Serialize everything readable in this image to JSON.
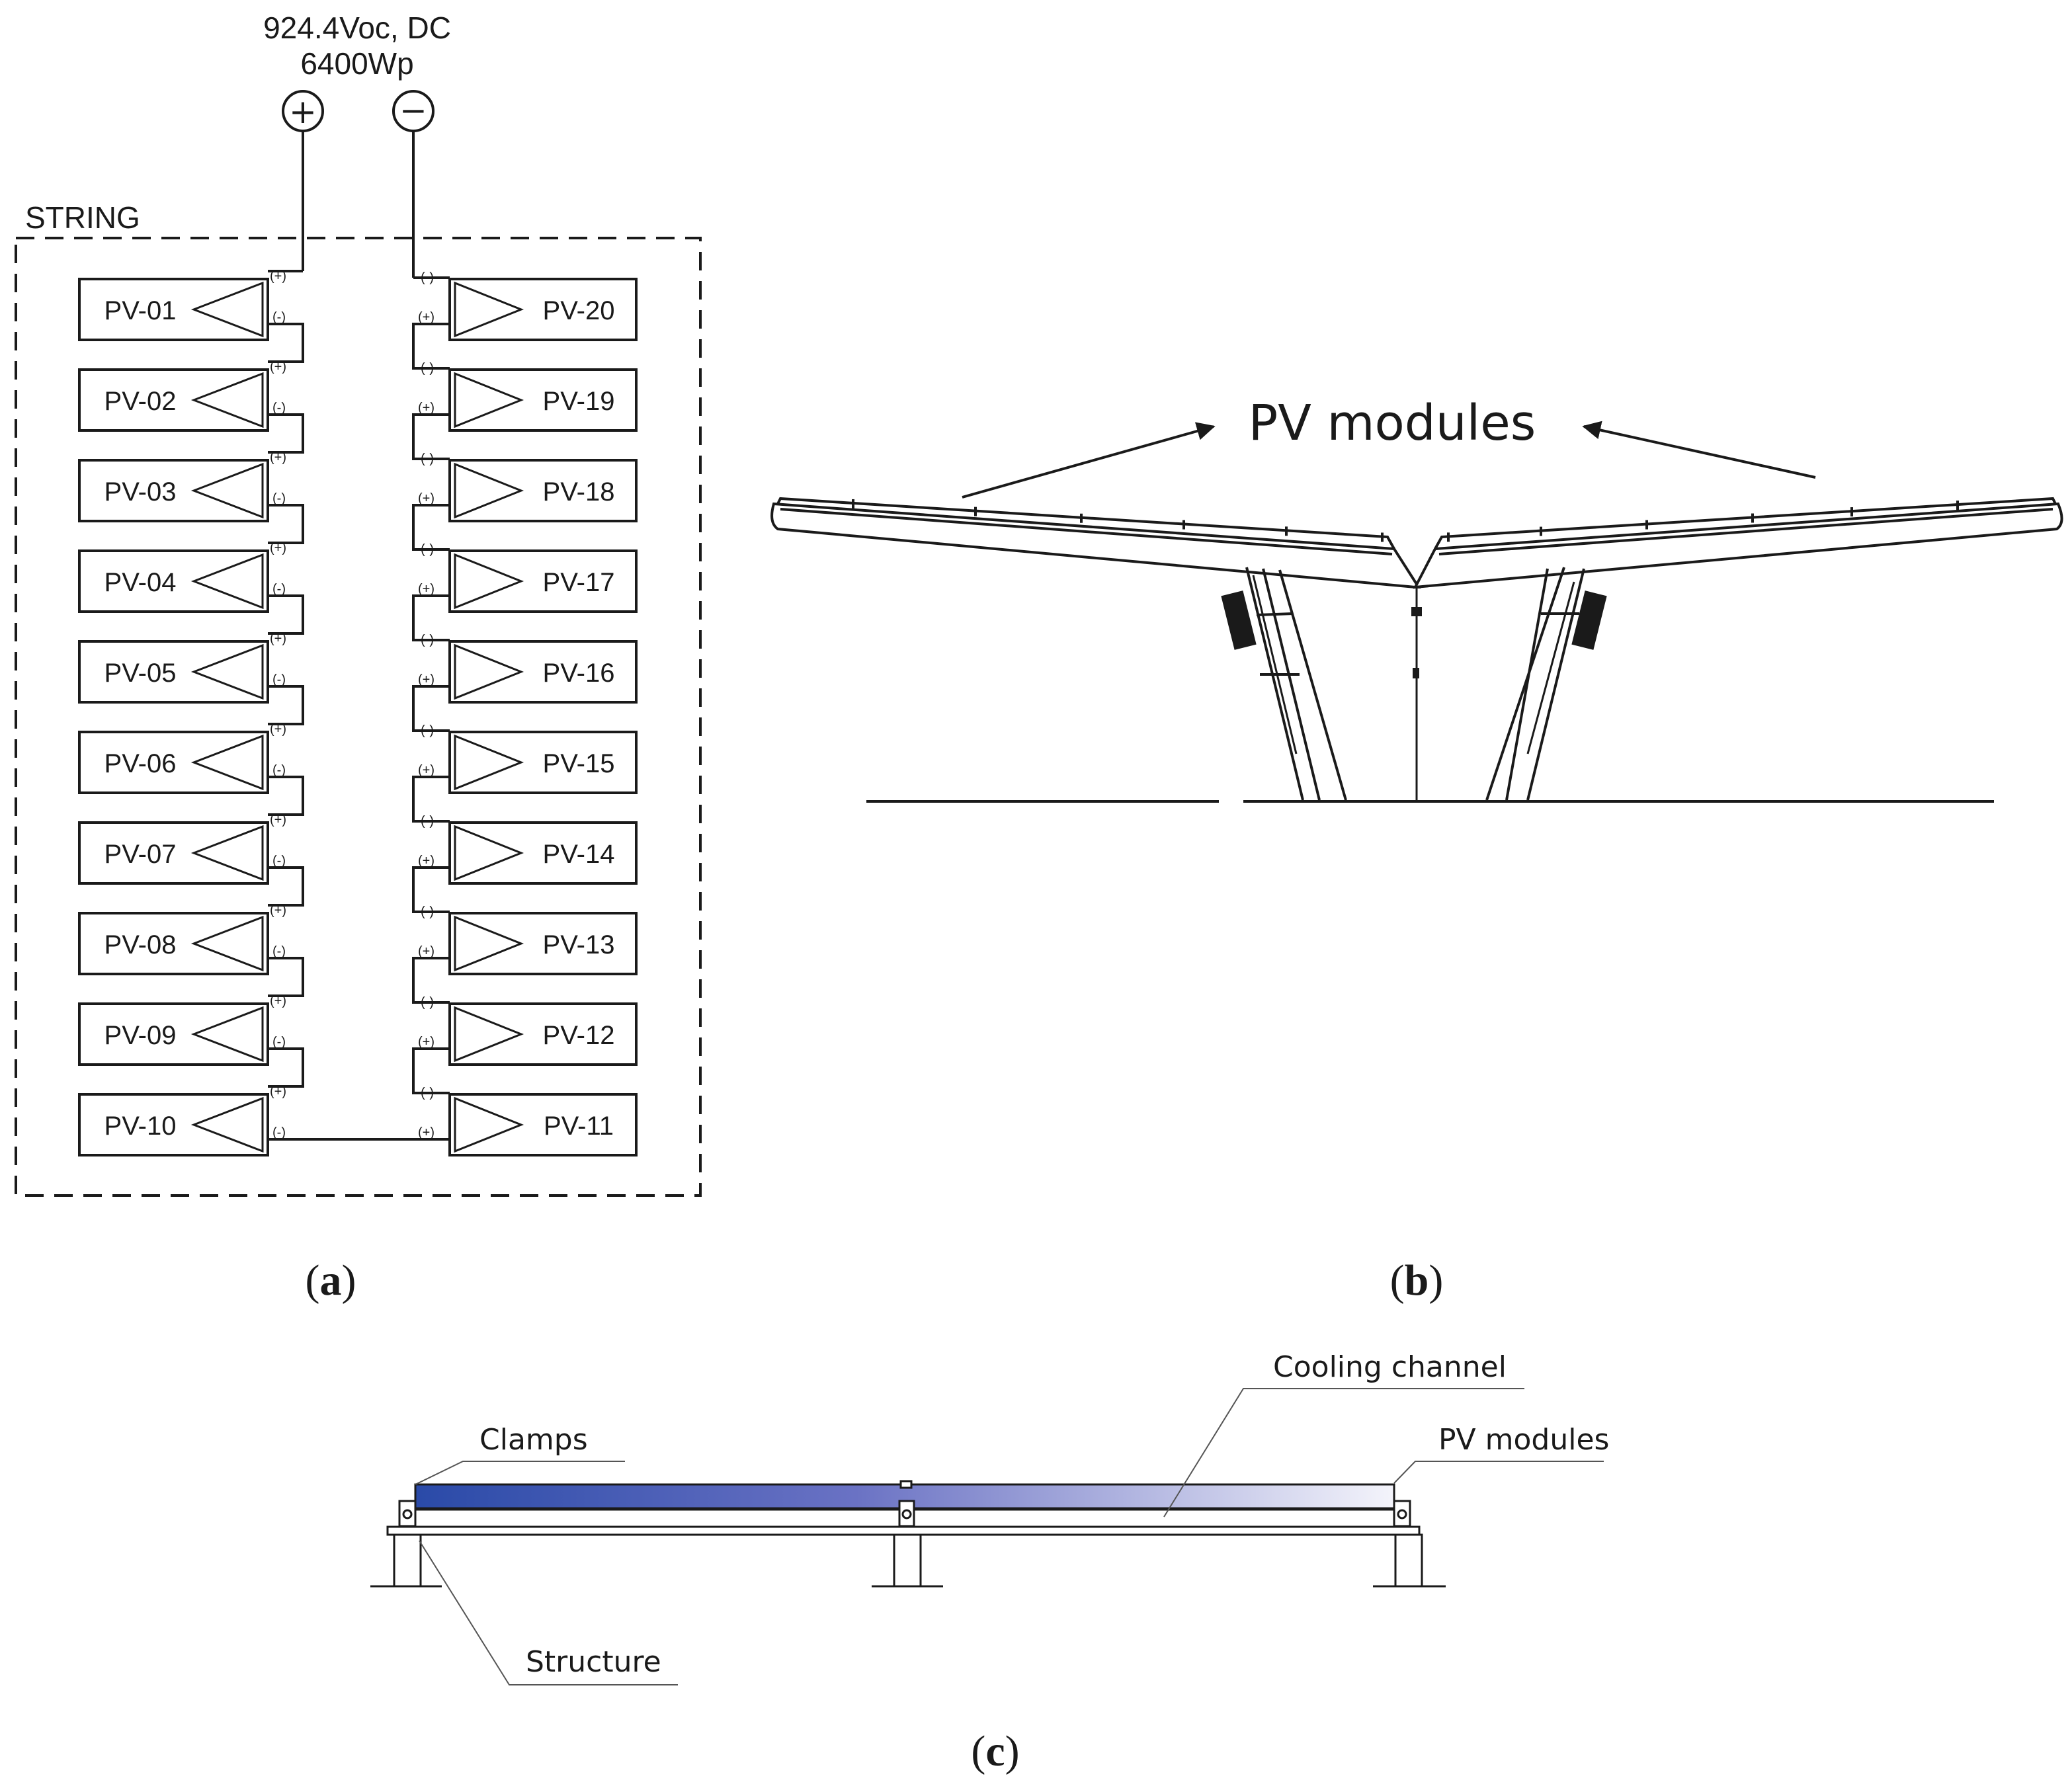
{
  "panel_a": {
    "supply_voltage": "924.4Voc, DC",
    "supply_power": "6400Wp",
    "plus_symbol": "+",
    "minus_symbol": "−",
    "string_label": "STRING",
    "left_modules": [
      "PV-01",
      "PV-02",
      "PV-03",
      "PV-04",
      "PV-05",
      "PV-06",
      "PV-07",
      "PV-08",
      "PV-09",
      "PV-10"
    ],
    "right_modules": [
      "PV-20",
      "PV-19",
      "PV-18",
      "PV-17",
      "PV-16",
      "PV-15",
      "PV-14",
      "PV-13",
      "PV-12",
      "PV-11"
    ],
    "terminal_plus": "(+)",
    "terminal_minus": "(-)",
    "caption_a": "a"
  },
  "panel_b": {
    "pv_modules_label": "PV modules",
    "caption_b": "b"
  },
  "panel_c": {
    "clamps_label": "Clamps",
    "cooling_label": "Cooling channel",
    "pv_modules_label": "PV modules",
    "structure_label": "Structure",
    "caption_c": "c"
  },
  "colors": {
    "line": "#1a1a1a",
    "module_gradient_start": "#2a4aa8",
    "module_gradient_end": "#f4f4fb"
  }
}
